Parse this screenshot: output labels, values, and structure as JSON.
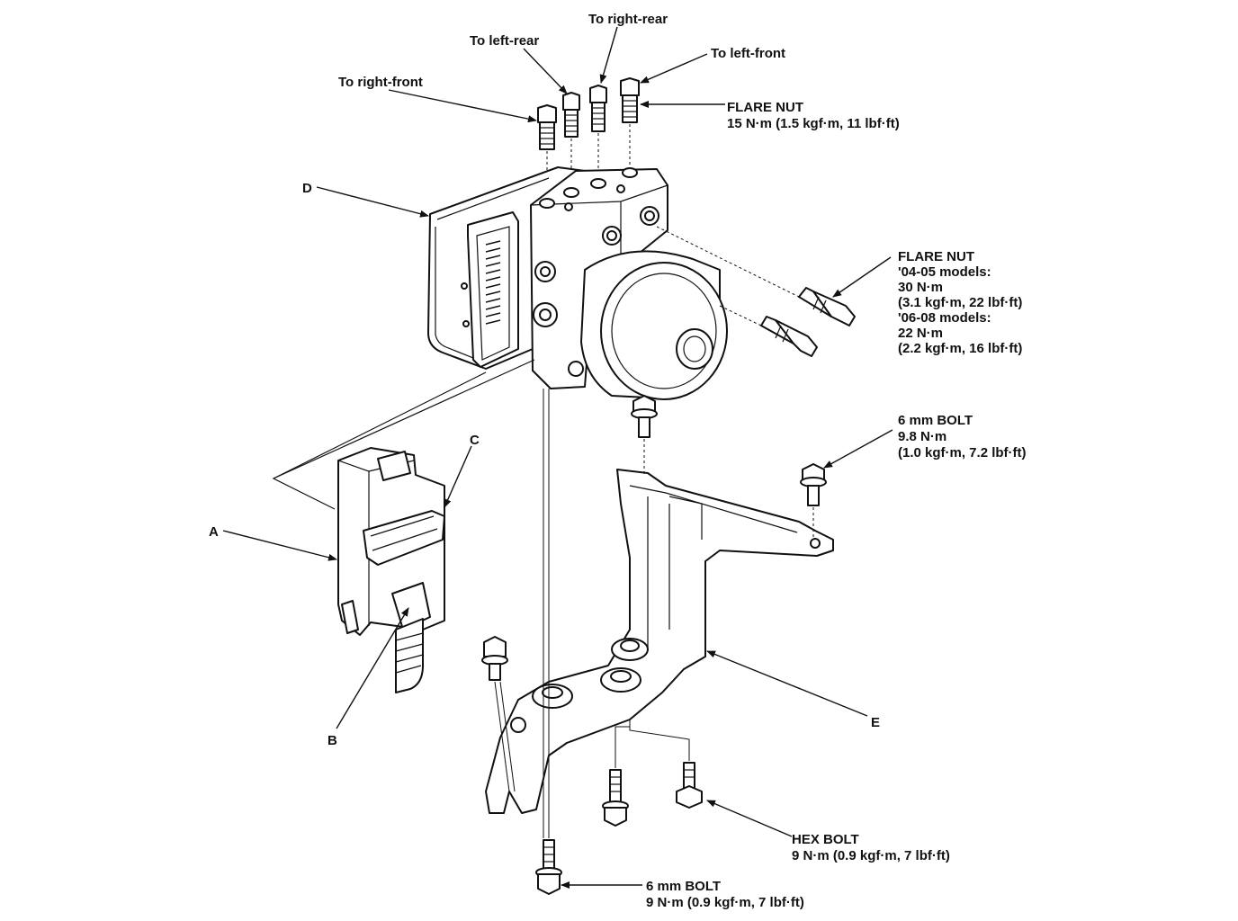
{
  "callouts": {
    "to_right_rear": "To right-rear",
    "to_left_rear": "To left-rear",
    "to_left_front": "To left-front",
    "to_right_front": "To right-front",
    "flare_nut_top": [
      "FLARE NUT",
      "15 N·m (1.5 kgf·m, 11 lbf·ft)"
    ],
    "flare_nut_side": [
      "FLARE NUT",
      "'04-05 models:",
      "30 N·m",
      "(3.1 kgf·m, 22 lbf·ft)",
      "'06-08 models:",
      "22 N·m",
      "(2.2 kgf·m, 16 lbf·ft)"
    ],
    "bolt_6mm_right": [
      "6 mm BOLT",
      "9.8 N·m",
      "(1.0 kgf·m, 7.2 lbf·ft)"
    ],
    "hex_bolt": [
      "HEX BOLT",
      "9 N·m (0.9 kgf·m, 7 lbf·ft)"
    ],
    "bolt_6mm_bottom": [
      "6 mm BOLT",
      "9 N·m (0.9 kgf·m, 7 lbf·ft)"
    ],
    "letter_a": "A",
    "letter_b": "B",
    "letter_c": "C",
    "letter_d": "D",
    "letter_e": "E"
  }
}
